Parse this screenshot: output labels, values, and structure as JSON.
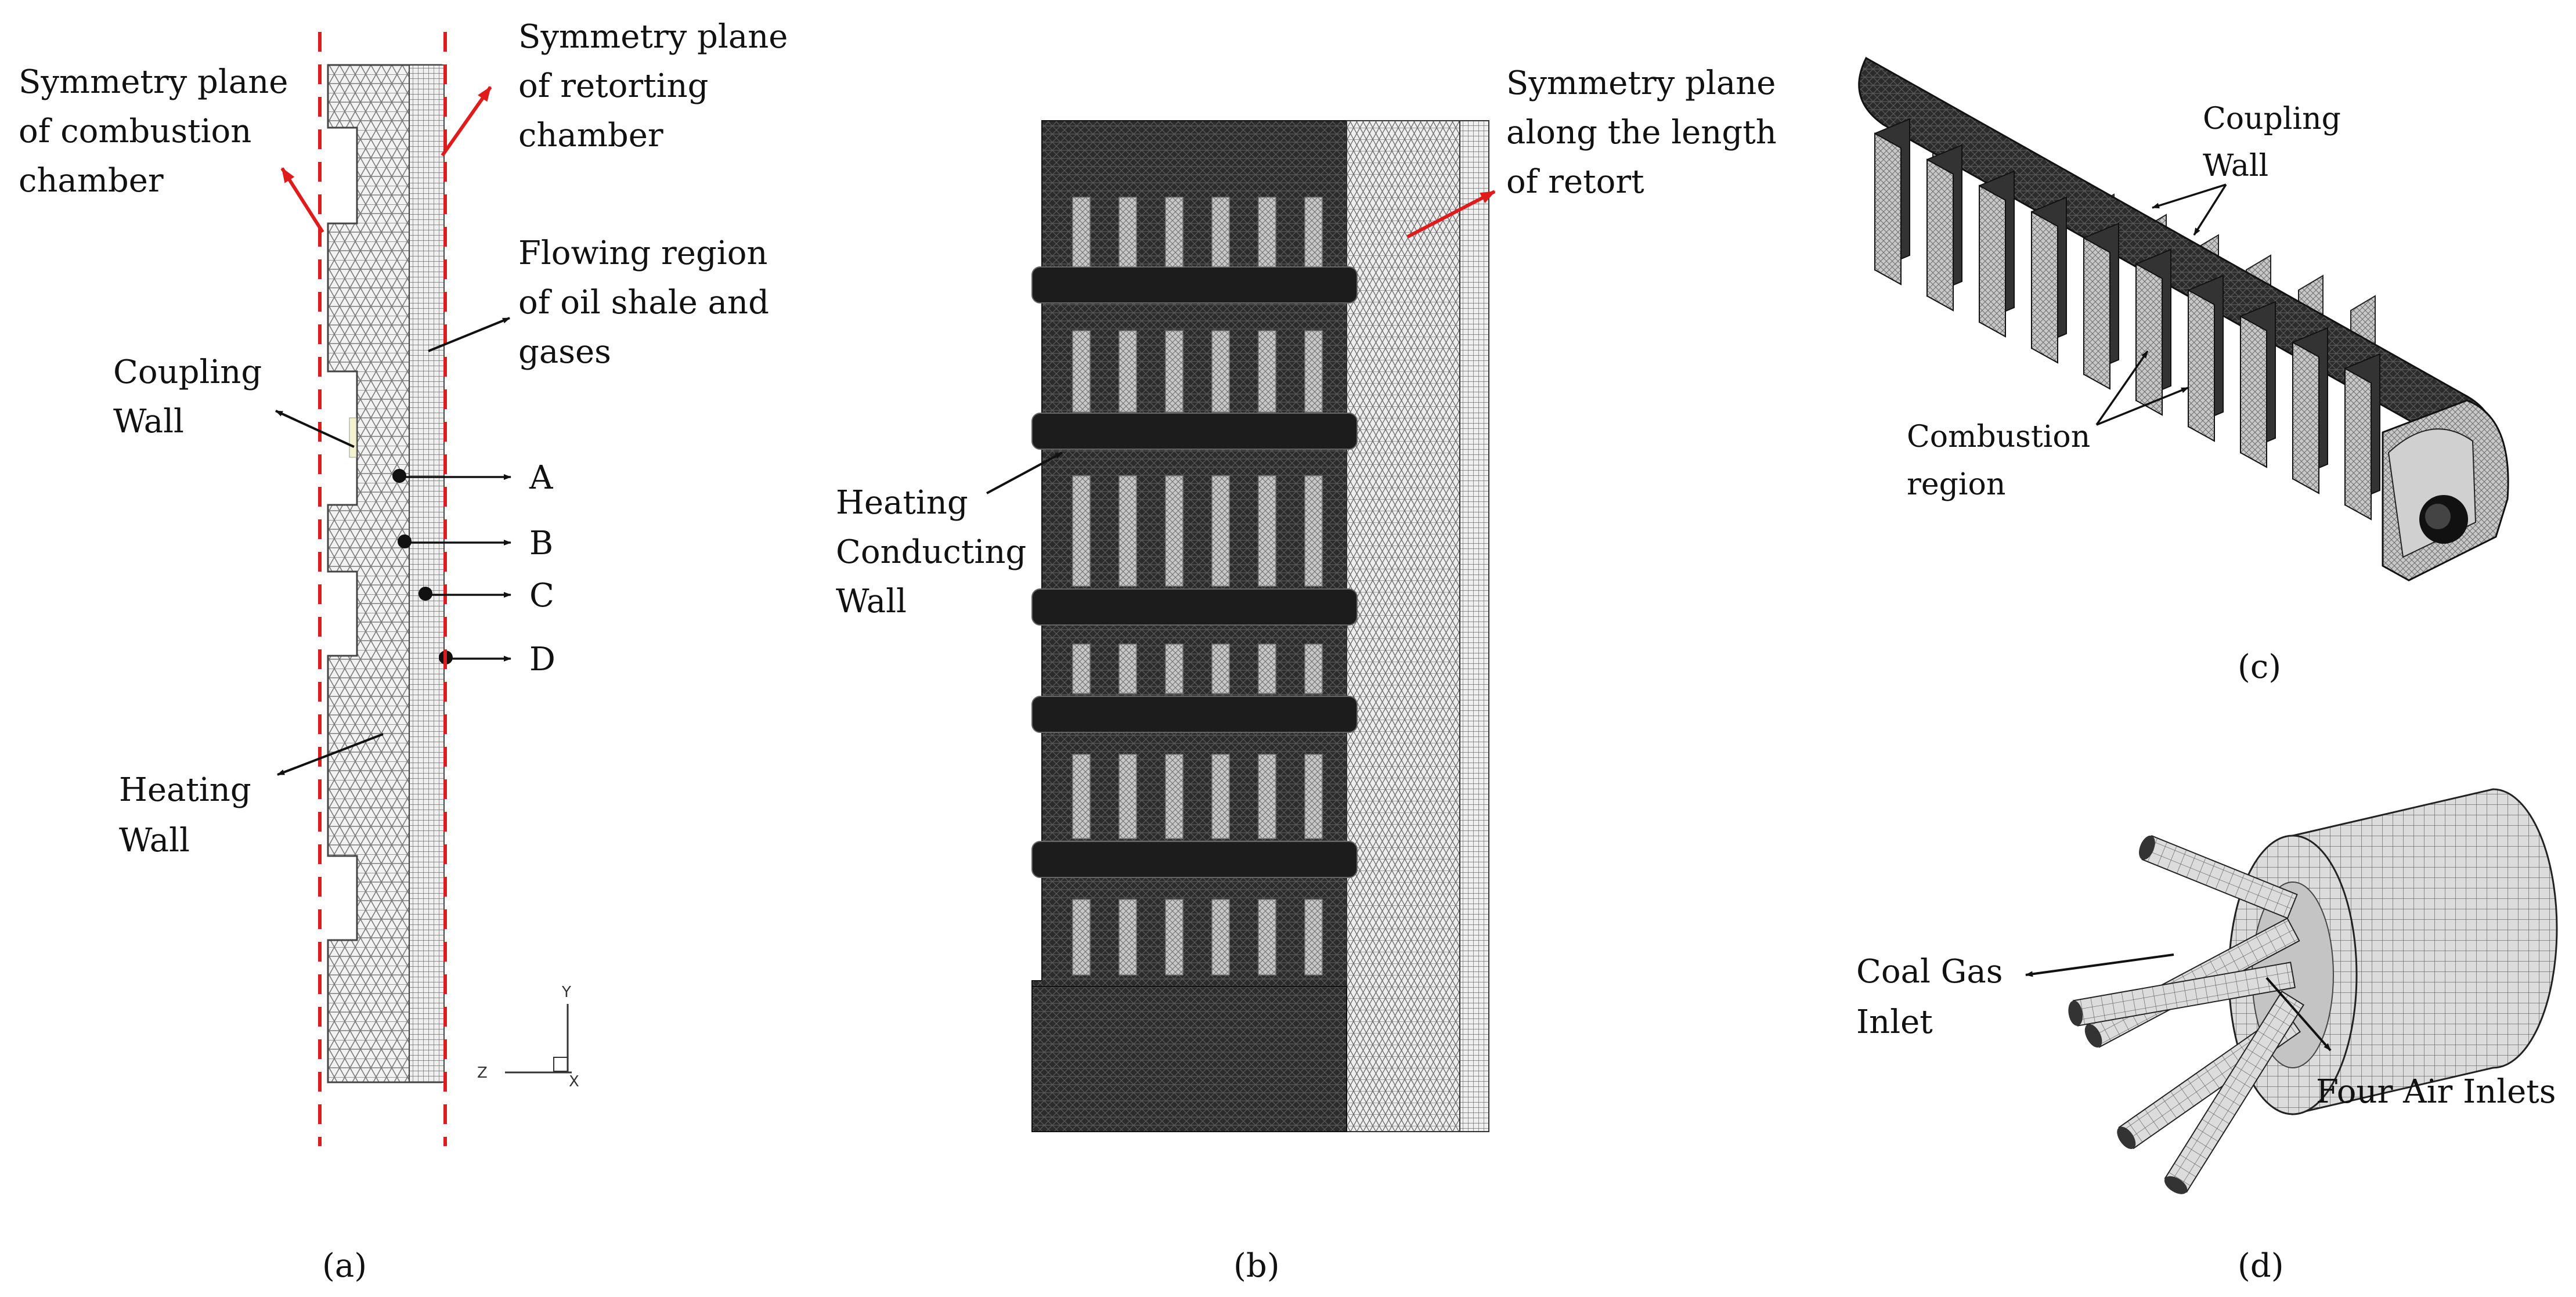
{
  "panels": {
    "a": {
      "caption": "(a)",
      "labels": {
        "symmetry_combustion": [
          "Symmetry plane",
          "of combustion",
          "chamber"
        ],
        "symmetry_retorting": [
          "Symmetry plane",
          "of retorting",
          "chamber"
        ],
        "flowing_region": [
          "Flowing region",
          "of oil shale and",
          "gases"
        ],
        "coupling_wall": [
          "Coupling",
          "Wall"
        ],
        "heating_wall": [
          "Heating",
          "Wall"
        ],
        "points": [
          "A",
          "B",
          "C",
          "D"
        ],
        "axes": [
          "Y",
          "Z",
          "X"
        ]
      }
    },
    "b": {
      "caption": "(b)",
      "labels": {
        "symmetry_length": [
          "Symmetry plane",
          "along the length",
          "of retort"
        ],
        "heating_conducting": [
          "Heating",
          "Conducting",
          "Wall"
        ]
      }
    },
    "c": {
      "caption": "(c)",
      "labels": {
        "coupling_wall": [
          "Coupling",
          "Wall"
        ],
        "combustion_region": [
          "Combustion",
          "region"
        ]
      }
    },
    "d": {
      "caption": "(d)",
      "labels": {
        "coal_gas_inlet": [
          "Coal Gas",
          "Inlet"
        ],
        "four_air_inlets": "Four Air Inlets"
      }
    }
  },
  "colors": {
    "symmetry_line": "#e01b1b",
    "mesh_dark": "#262626",
    "mesh_light": "#d9d9d9"
  }
}
